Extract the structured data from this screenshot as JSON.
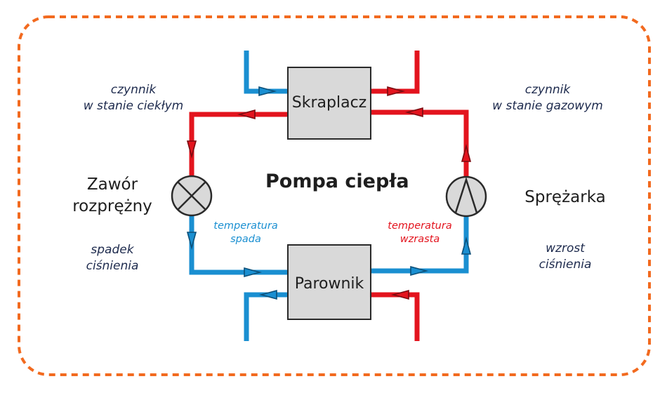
{
  "diagram": {
    "title": "Pompa ciepła",
    "condenser_label": "Skraplacz",
    "evaporator_label": "Parownik",
    "valve_label": "Zawór\nrozprężny",
    "compressor_label": "Sprężarka",
    "liquid_note": "czynnik\nw stanie ciekłym",
    "gas_note": "czynnik\nw stanie gazowym",
    "pressure_drop_note": "spadek\nciśnienia",
    "pressure_rise_note": "wzrost\nciśnienia",
    "temp_drop_note": "temperatura\nspada",
    "temp_rise_note": "temperatura\nwzrasta"
  },
  "colors": {
    "hot": "#e3141e",
    "cold": "#1a8fd1",
    "frame": "#f26a1f",
    "box_fill": "#d9d9d9",
    "text_dark": "#1d2a4d"
  }
}
